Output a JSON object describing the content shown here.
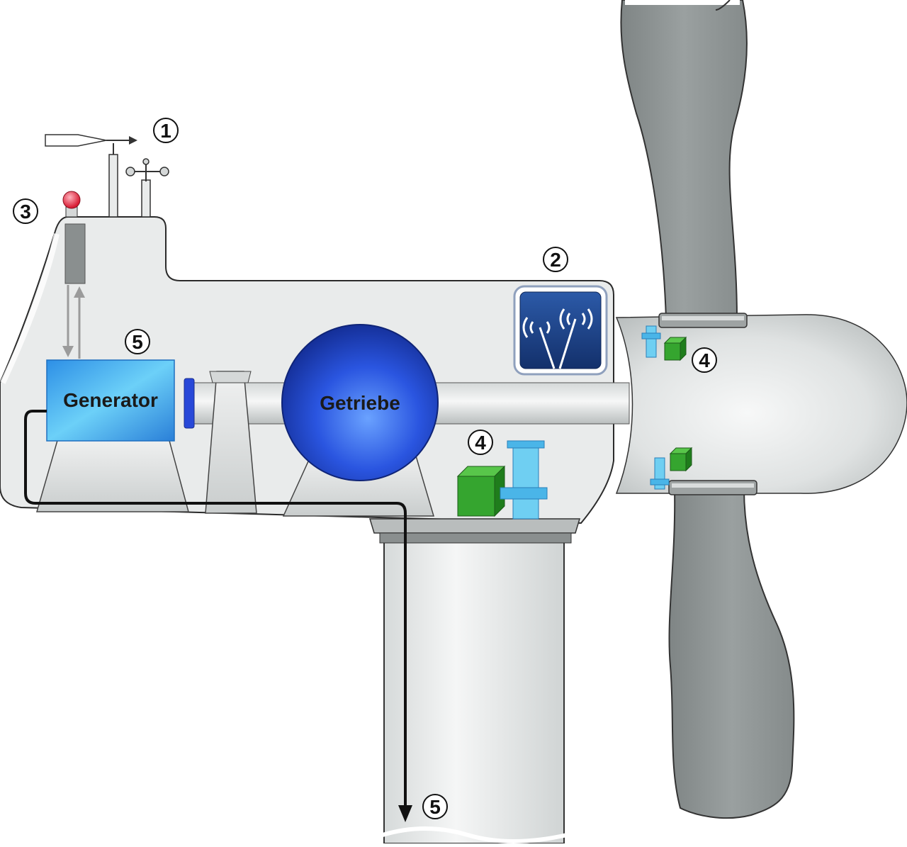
{
  "diagram": {
    "components": {
      "generator": "Generator",
      "gearbox": "Getriebe"
    },
    "markers": {
      "m1": "1",
      "m2": "2",
      "m3": "3",
      "m4_rotor": "4",
      "m4_nacelle": "4",
      "m5_generator": "5",
      "m5_tower": "5"
    }
  },
  "colors": {
    "housing_fill": "#e9ebeb",
    "blade_fill": "#8e9494",
    "generator_blue": "#3aa8ee",
    "gearbox_blue": "#2244c8",
    "sensor_green": "#2f9e2a",
    "coupling_blue": "#5fc8f0",
    "antenna_panel": "#1d3f86",
    "beacon_red": "#e2203a"
  }
}
